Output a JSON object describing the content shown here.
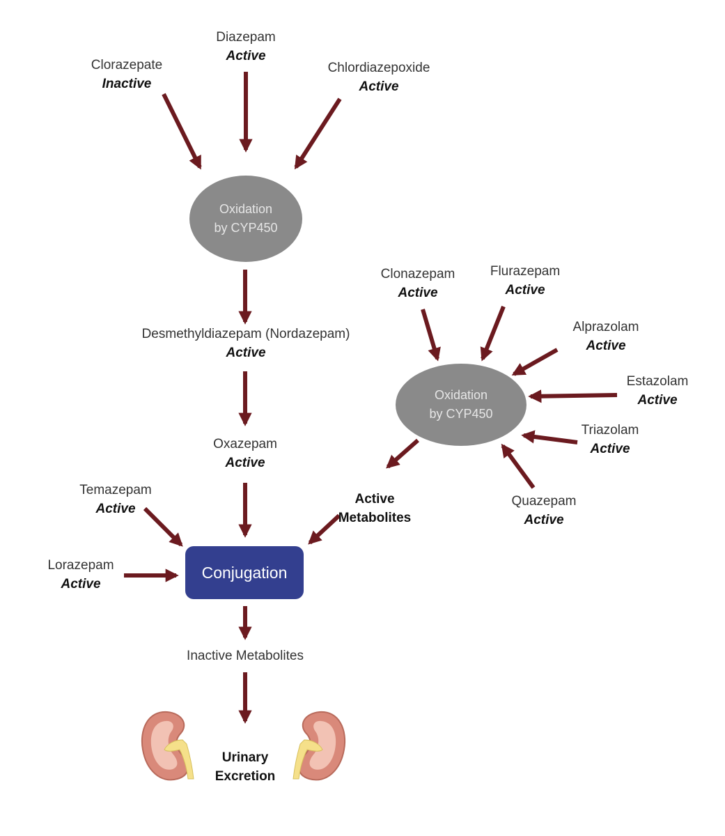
{
  "drugs": {
    "diazepam": {
      "name": "Diazepam",
      "status": "Active"
    },
    "clorazepate": {
      "name": "Clorazepate",
      "status": "Inactive"
    },
    "chlordiazepoxide": {
      "name": "Chlordiazepoxide",
      "status": "Active"
    },
    "desmethyldiazepam": {
      "name": "Desmethyldiazepam (Nordazepam)",
      "status": "Active"
    },
    "oxazepam": {
      "name": "Oxazepam",
      "status": "Active"
    },
    "temazepam": {
      "name": "Temazepam",
      "status": "Active"
    },
    "lorazepam": {
      "name": "Lorazepam",
      "status": "Active"
    },
    "clonazepam": {
      "name": "Clonazepam",
      "status": "Active"
    },
    "flurazepam": {
      "name": "Flurazepam",
      "status": "Active"
    },
    "alprazolam": {
      "name": "Alprazolam",
      "status": "Active"
    },
    "estazolam": {
      "name": "Estazolam",
      "status": "Active"
    },
    "triazolam": {
      "name": "Triazolam",
      "status": "Active"
    },
    "quazepam": {
      "name": "Quazepam",
      "status": "Active"
    }
  },
  "nodes": {
    "oxidation_left": "Oxidation\nby CYP450",
    "oxidation_right": "Oxidation\nby CYP450",
    "conjugation": "Conjugation"
  },
  "labels": {
    "active_metabolites": "Active\nMetabolites",
    "inactive_metabolites": "Inactive Metabolites",
    "urinary_excretion": "Urinary\nExcretion"
  },
  "colors": {
    "arrow": "#6b1a1f",
    "oxidation_fill": "#8a8a8a",
    "conjugation_fill": "#333f8f",
    "kidney_outer": "#d9897a",
    "kidney_inner": "#f2c2b4",
    "kidney_ureter": "#f5e08a"
  },
  "icons": [
    "kidney-icon-left",
    "kidney-icon-right"
  ]
}
